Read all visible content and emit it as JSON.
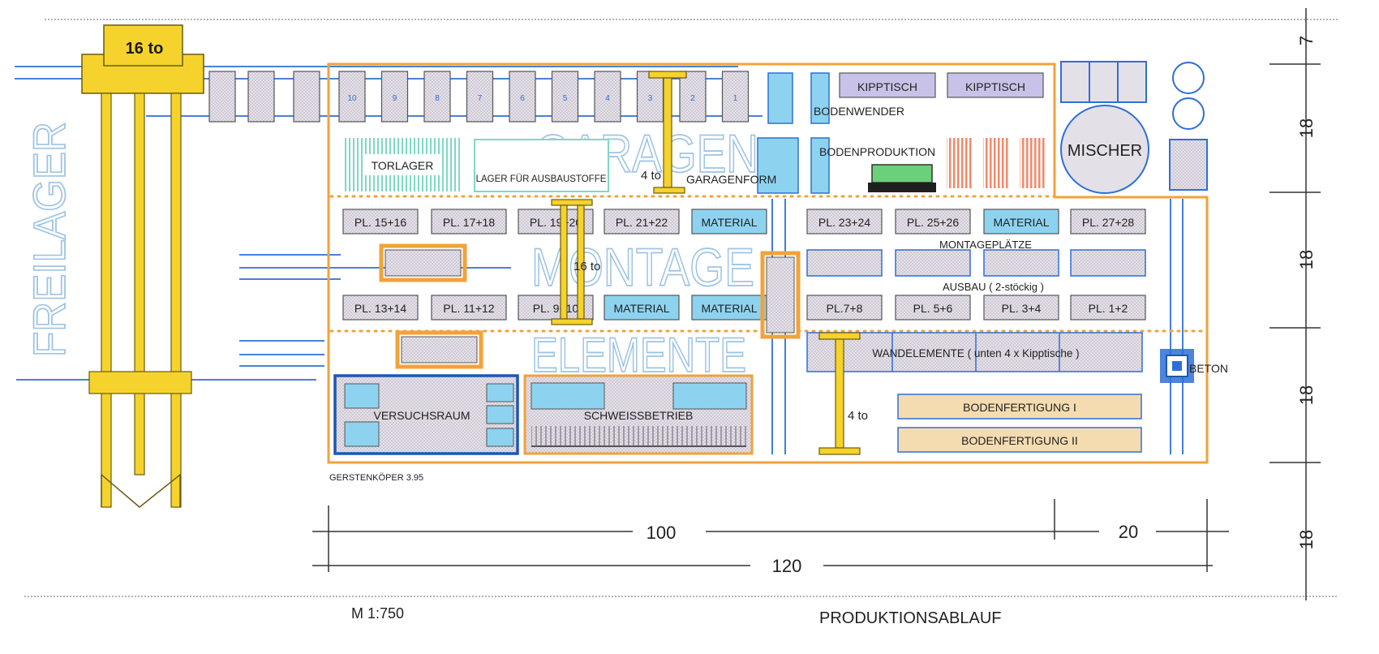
{
  "colors": {
    "outline": "#f2a23a",
    "crane": "#f5d32c",
    "rail": "#2e6fd6",
    "big_letters": "#9fc4e4",
    "cell": "#d8d4dc",
    "cyan": "#8dd3f0",
    "kipptisch": "#c9c2e8",
    "boden": "#f5dcb0",
    "red_stripes": "#f08a6a",
    "green_stripes": "#7fd8c4",
    "dark_blue": "#1c57b5"
  },
  "labels": {
    "crane_load": "16 to",
    "freilager": "FREILAGER",
    "garagen": "GARAGEN",
    "montage": "MONTAGE",
    "elemente": "ELEMENTE",
    "torlager": "TORLAGER",
    "lager_ausbau": "LAGER FÜR AUSBAUSTOFFE",
    "garagenform": "GARAGENFORM",
    "crane_4to_top": "4 to",
    "crane_16to_mid": "16 to",
    "crane_4to_bottom": "4 to",
    "kipptisch_1": "KIPPTISCH",
    "kipptisch_2": "KIPPTISCH",
    "bodenwender": "BODENWENDER",
    "bodenproduktion": "BODENPRODUKTION",
    "mischer": "MISCHER",
    "montageplaetze": "MONTAGEPLÄTZE",
    "ausbau": "AUSBAU ( 2-stöckig )",
    "wandelemente": "WANDELEMENTE ( unten 4 x Kipptische )",
    "beton": "BETON",
    "bodenfertigung_1": "BODENFERTIGUNG  I",
    "bodenfertigung_2": "BODENFERTIGUNG II",
    "versuchsraum": "VERSUCHSRAUM",
    "schweissbetrieb": "SCHWEISSBETRIEB",
    "author": "GERSTENKÖPER 3.95",
    "scale": "M 1:750",
    "title": "PRODUKTIONSABLAUF"
  },
  "slots": [
    "10",
    "9",
    "8",
    "7",
    "6",
    "5",
    "4",
    "3",
    "2",
    "1"
  ],
  "places_top_left": [
    "PL. 15+16",
    "PL. 17+18",
    "PL. 19+20",
    "PL. 21+22",
    "MATERIAL"
  ],
  "places_top_right": [
    "PL. 23+24",
    "PL. 25+26",
    "MATERIAL",
    "PL. 27+28"
  ],
  "places_bottom_left": [
    "PL. 13+14",
    "PL. 11+12",
    "PL. 9+10",
    "MATERIAL",
    "MATERIAL"
  ],
  "places_bottom_right": [
    "PL.7+8",
    "PL. 5+6",
    "PL. 3+4",
    "PL. 1+2"
  ],
  "dimensions": {
    "horizontal_100": "100",
    "horizontal_20": "20",
    "horizontal_120": "120",
    "vertical": [
      "7",
      "18",
      "18",
      "18",
      "18"
    ]
  }
}
